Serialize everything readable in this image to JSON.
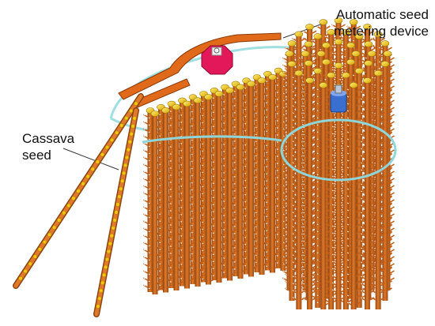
{
  "labels": {
    "device_line1": "Automatic seed",
    "device_line2": "metering device",
    "seed_line1": "Cassava",
    "seed_line2": "seed"
  },
  "colors": {
    "rod": "#d2691e",
    "rod_shade": "#9c4a10",
    "cap": "#f2c40f",
    "chain": "#aee6e8",
    "motor": "#e2185a",
    "shaft": "#3a6fd0",
    "rail": "#e06a1a",
    "leader_line": "#333333"
  },
  "icons": [
    "motor-gear-icon",
    "drive-shaft-icon"
  ]
}
